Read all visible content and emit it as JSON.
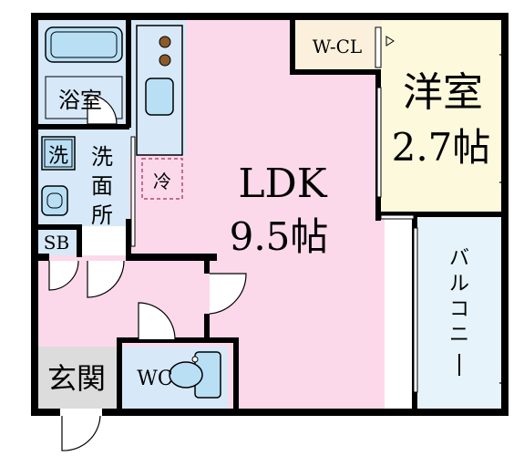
{
  "floor_plan": {
    "rooms": {
      "ldk": {
        "name": "LDK",
        "size": "9.5帖"
      },
      "western_room": {
        "name": "洋室",
        "size": "2.7帖"
      },
      "walk_in_closet": {
        "name": "W-CL"
      },
      "bathroom": {
        "name": "浴室"
      },
      "washroom": {
        "name_chars": [
          "洗",
          "面",
          "所"
        ]
      },
      "washer": {
        "name": "洗"
      },
      "fridge": {
        "name": "冷"
      },
      "shoe_box": {
        "name": "SB"
      },
      "entrance": {
        "name": "玄関"
      },
      "toilet": {
        "name": "WC"
      },
      "balcony": {
        "name_chars": [
          "バ",
          "ル",
          "コ",
          "ニ",
          "ー"
        ]
      }
    },
    "colors": {
      "ldk_floor": "#fbd9ea",
      "western_floor": "#fdf9dd",
      "closet_floor": "#fbf0dc",
      "wet_area_floor": "#d7e9f8",
      "balcony_floor": "#e6f3fb",
      "entrance_floor": "#dcdcdc",
      "wall": "#000000",
      "fixture_blue": "#b9dff5"
    }
  }
}
